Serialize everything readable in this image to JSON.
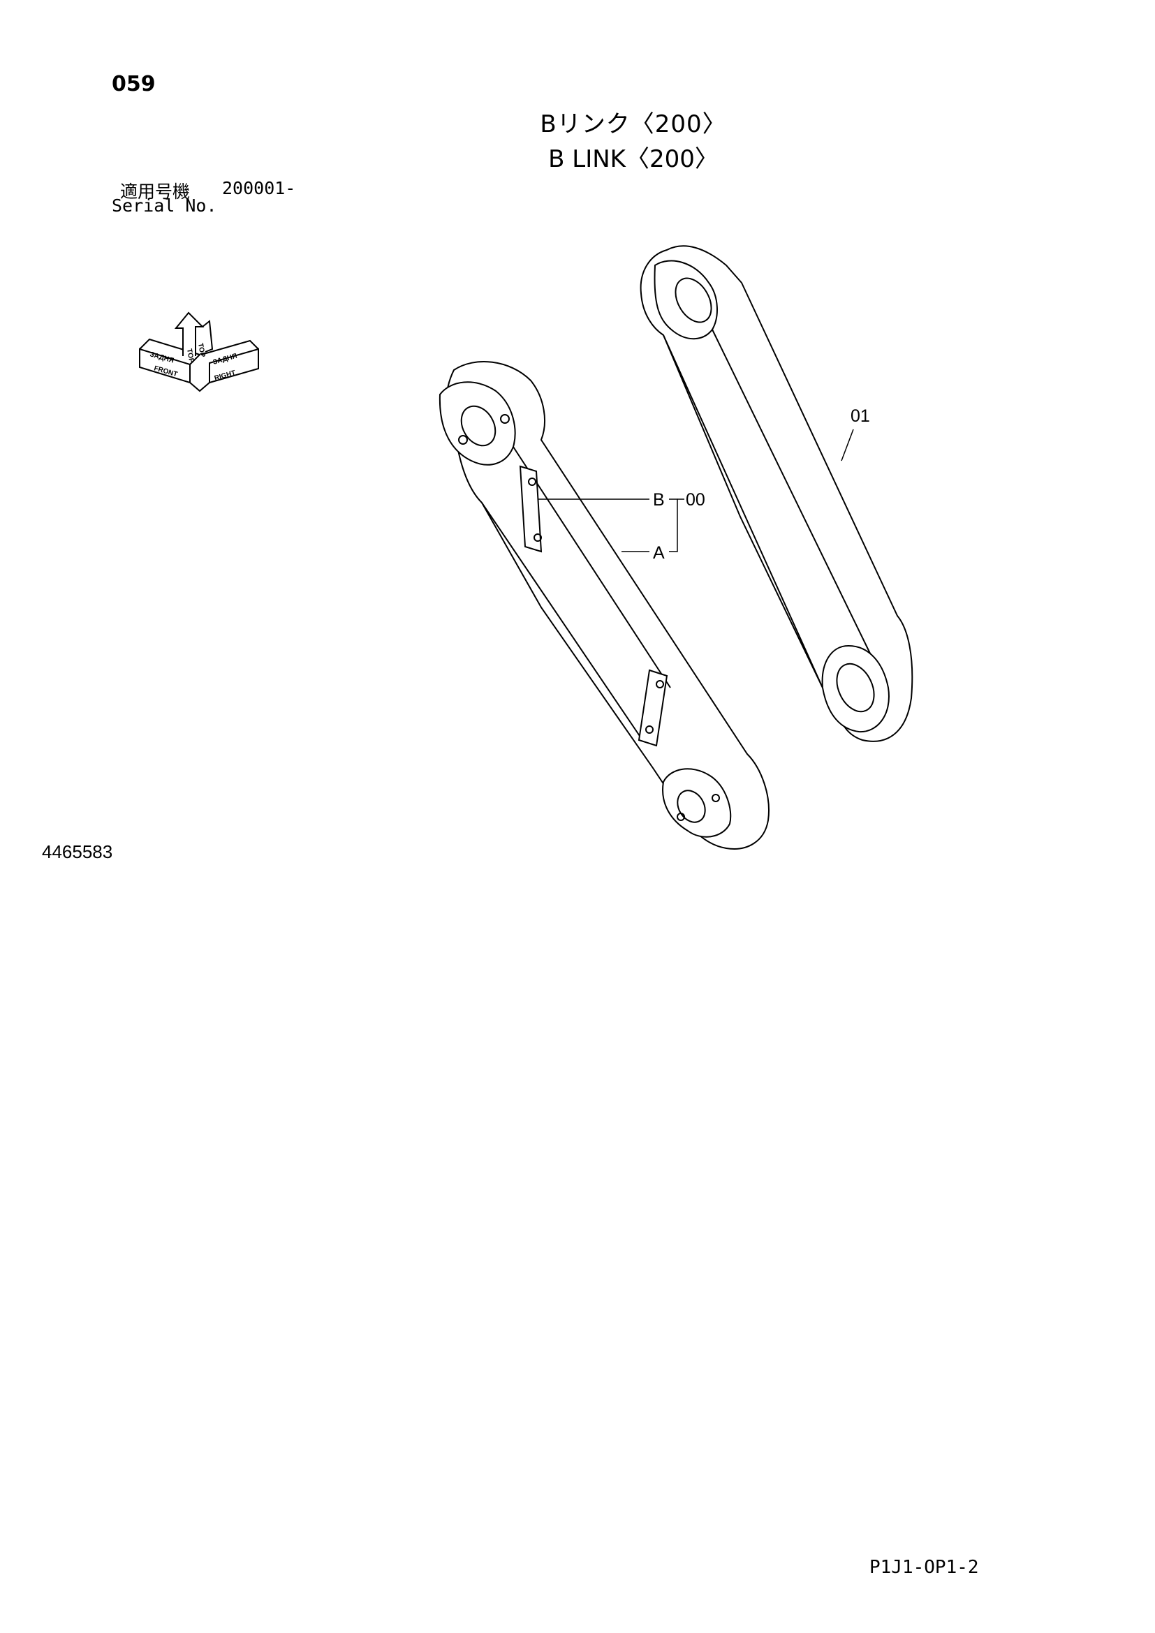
{
  "header": {
    "page_number": "059",
    "title_jp": "Bリンク〈200〉",
    "title_en": "B LINK〈200〉",
    "serial_label_jp": "適用号機",
    "serial_value": "200001-",
    "serial_label_en": "Serial No."
  },
  "orientation_icon": {
    "labels": [
      "FRONT",
      "TOP",
      "RIGHT",
      "ЗАДНЯ",
      "ТОР",
      "ЗАДНЯ"
    ]
  },
  "callouts": {
    "part_01": "01",
    "part_00": "00",
    "point_b": "B",
    "point_a": "A"
  },
  "footer": {
    "figure_number": "4465583",
    "sheet_code": "P1J1-OP1-2"
  }
}
